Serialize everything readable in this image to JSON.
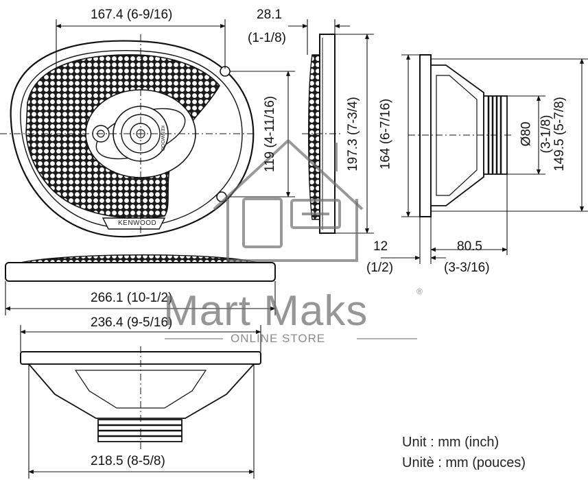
{
  "brand": {
    "front_badge": "KENWOOD",
    "tweeter_badge": "KENWOOD"
  },
  "dimensions": {
    "top_width": "167.4 (6-9/16)",
    "side_depth_mm": "28.1",
    "side_depth_in": "(1-1/8)",
    "mount_hole_spacing": "119 (4-11/16)",
    "overall_height": "197.3 (7-3/4)",
    "flange_height": "164 (6-7/16)",
    "magnet_diameter_mm": "Ø80",
    "magnet_diameter_in": "(3-1/8)",
    "cutout_height": "149.5 (5-7/8)",
    "flange_thickness_mm": "12",
    "flange_thickness_in": "(1/2)",
    "mount_depth_mm": "80.5",
    "mount_depth_in": "(3-3/16)",
    "overall_width": "266.1 (10-1/2)",
    "cutout_width": "236.4 (9-5/16)",
    "magnet_width": "218.5 (8-5/8)"
  },
  "units": {
    "line1": "Unit : mm (inch)",
    "line2": "Unitè : mm (pouces)"
  },
  "watermark": {
    "name": "Mart Maks",
    "subtitle": "ONLINE STORE",
    "registered": "®"
  }
}
